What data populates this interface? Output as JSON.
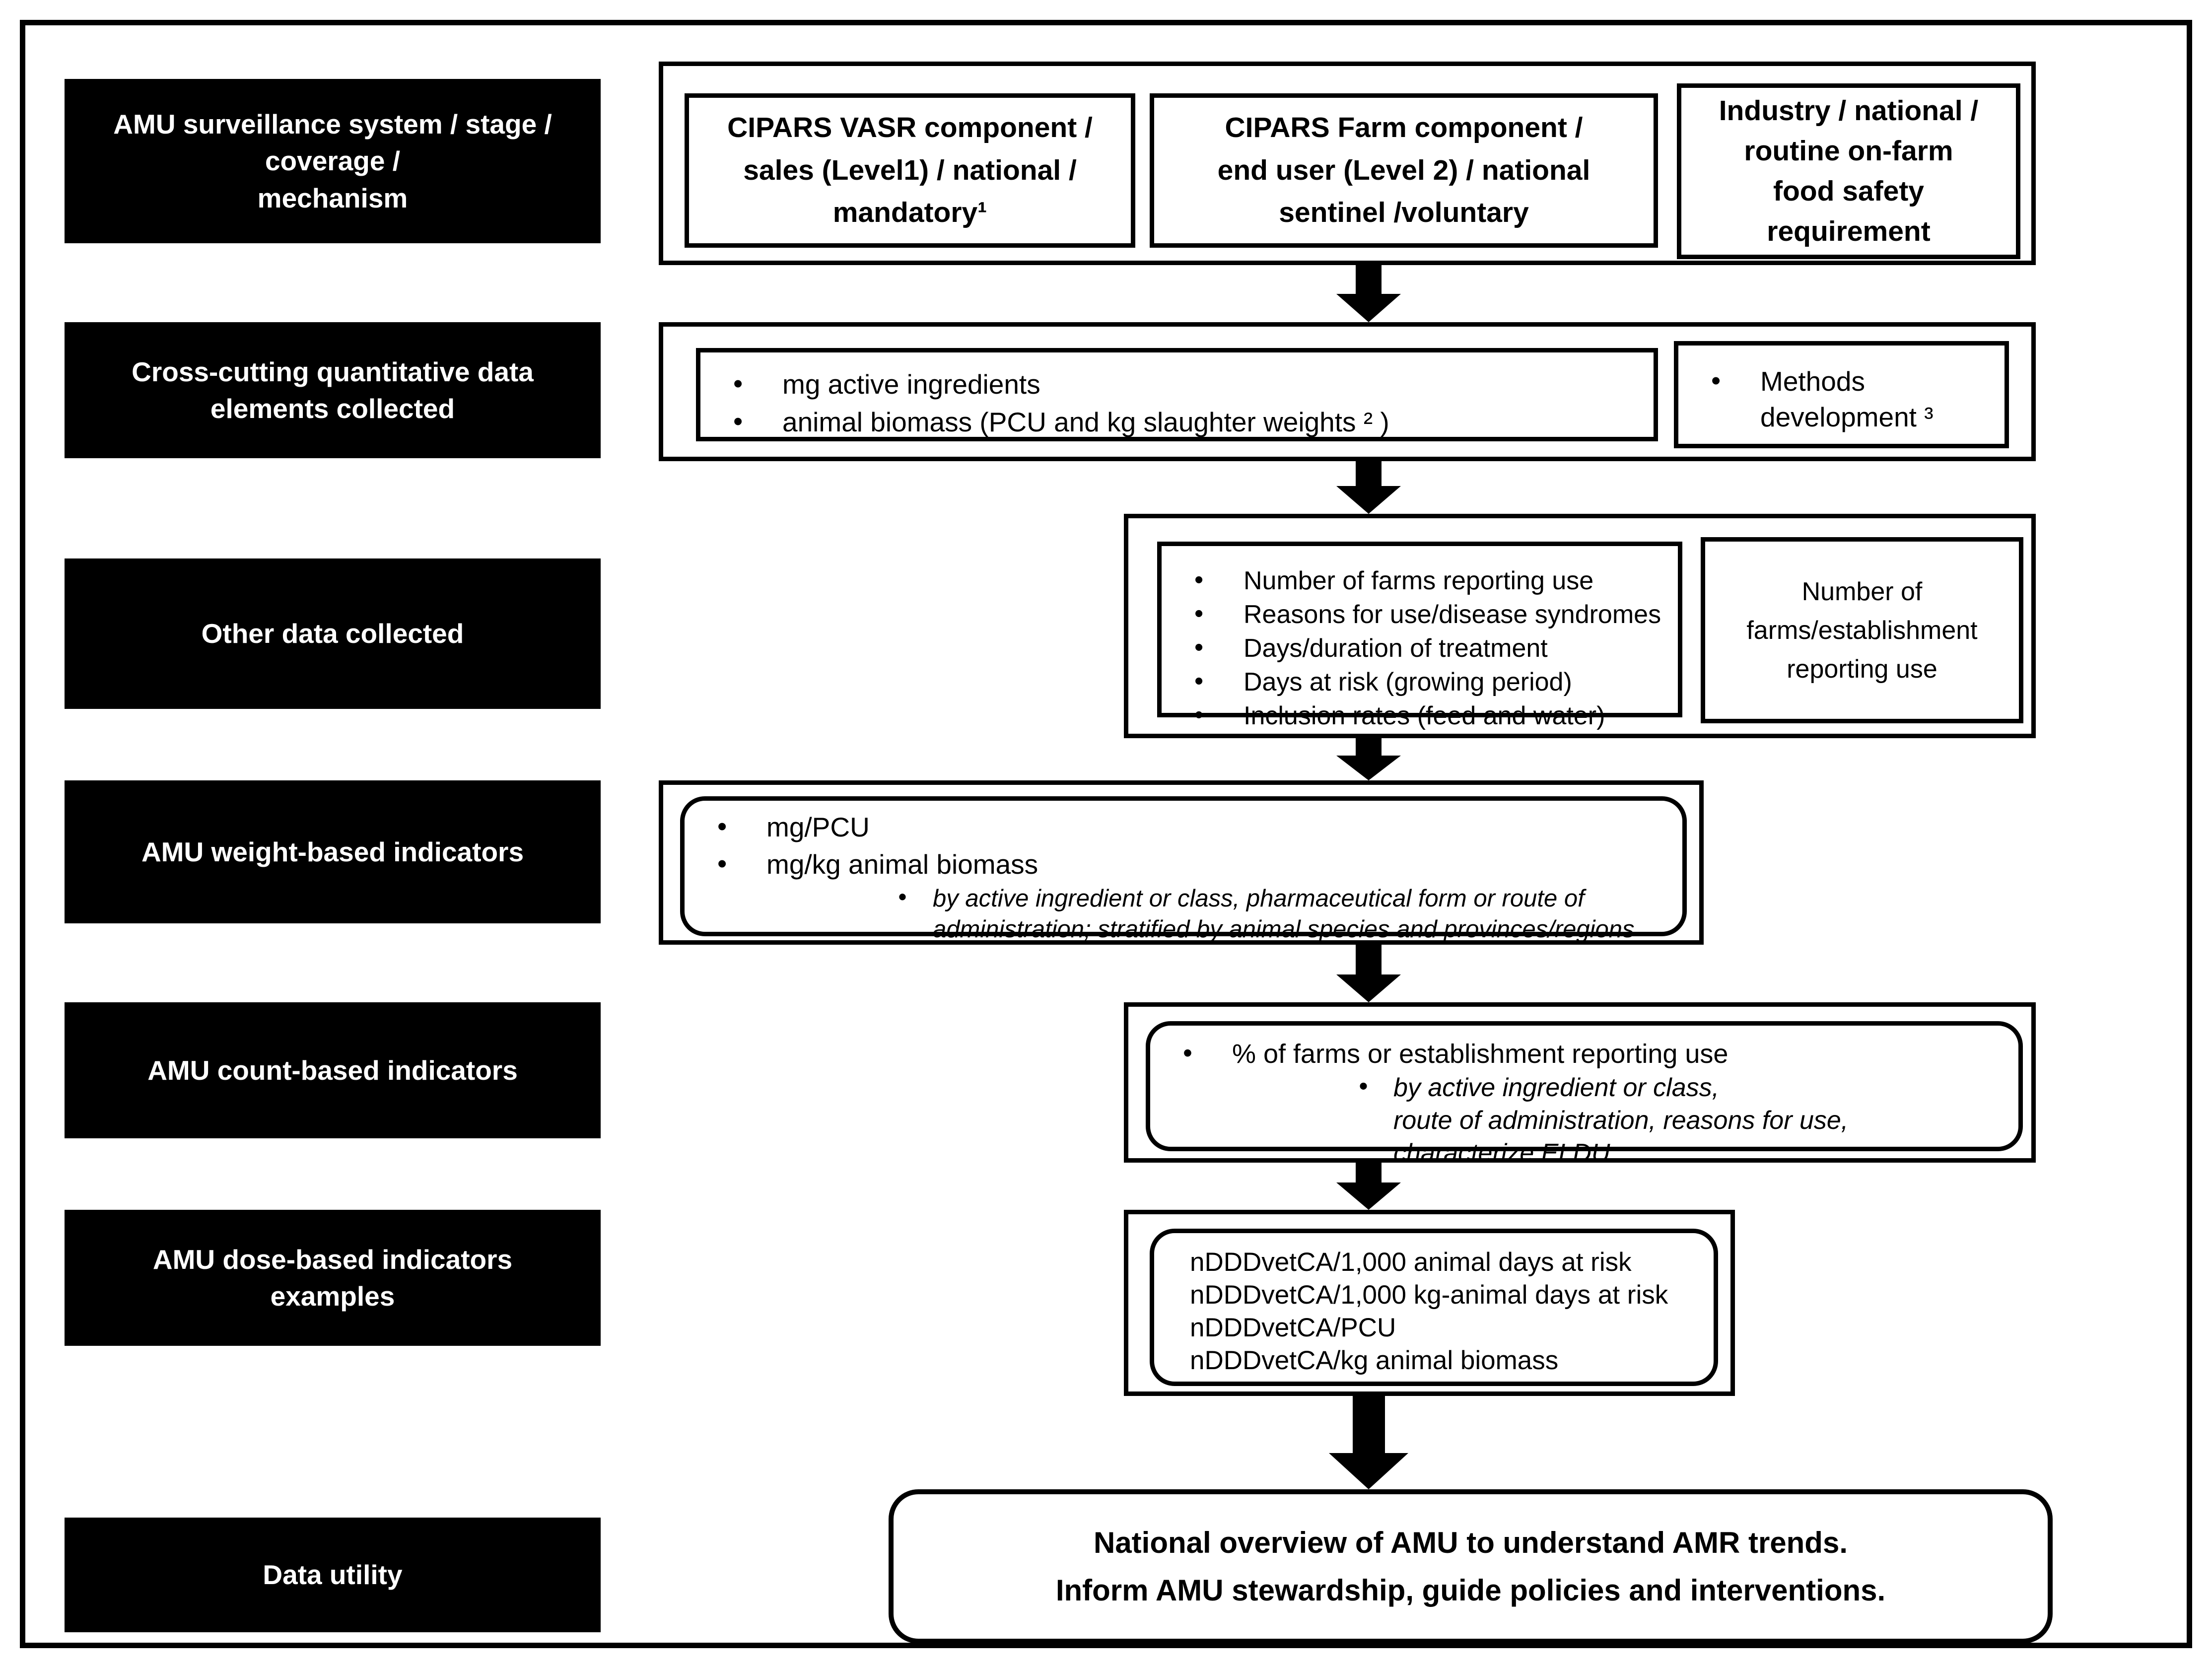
{
  "colors": {
    "label_bg": "#000000",
    "label_text": "#ffffff",
    "line": "#000000",
    "page_bg": "#ffffff"
  },
  "left_labels": [
    "AMU surveillance system / stage /\ncoverage /\nmechanism",
    "Cross-cutting quantitative data\nelements collected",
    "Other data collected",
    "AMU weight-based indicators",
    "AMU count-based indicators",
    "AMU dose-based indicators\nexamples",
    "Data utility"
  ],
  "row1": {
    "boxes": [
      "CIPARS VASR component /\nsales (Level1) / national /\nmandatory¹",
      "CIPARS Farm component /\nend user (Level 2) / national\nsentinel /voluntary",
      "Industry / national /\nroutine on-farm\nfood safety\nrequirement"
    ]
  },
  "row2": {
    "bullets": [
      "mg active ingredients",
      "animal biomass (PCU and kg slaughter weights ² )"
    ],
    "side_bullet": "Methods\ndevelopment ³"
  },
  "row3": {
    "bullets": [
      "Number of farms reporting use",
      "Reasons for use/disease syndromes",
      "Days/duration of treatment",
      "Days at risk (growing period)",
      "Inclusion rates (feed and water)"
    ],
    "side_text": "Number of\nfarms/establishment\nreporting use"
  },
  "row4": {
    "bullets": [
      "mg/PCU",
      "mg/kg animal biomass"
    ],
    "sub_bullet": "by active ingredient or class, pharmaceutical form or route of\nadministration; stratified by animal species and provinces/regions"
  },
  "row5": {
    "bullet": "% of farms or establishment reporting use",
    "sub_bullet": "by active ingredient or class,\nroute of administration, reasons for use,\ncharacterize ELDU"
  },
  "row6": {
    "lines": [
      "nDDDvetCA/1,000 animal days at risk",
      "nDDDvetCA/1,000 kg-animal days at risk",
      "nDDDvetCA/PCU",
      "nDDDvetCA/kg animal biomass"
    ]
  },
  "footer": {
    "text": "National overview of AMU to understand AMR trends.\nInform AMU stewardship, guide policies and interventions."
  }
}
